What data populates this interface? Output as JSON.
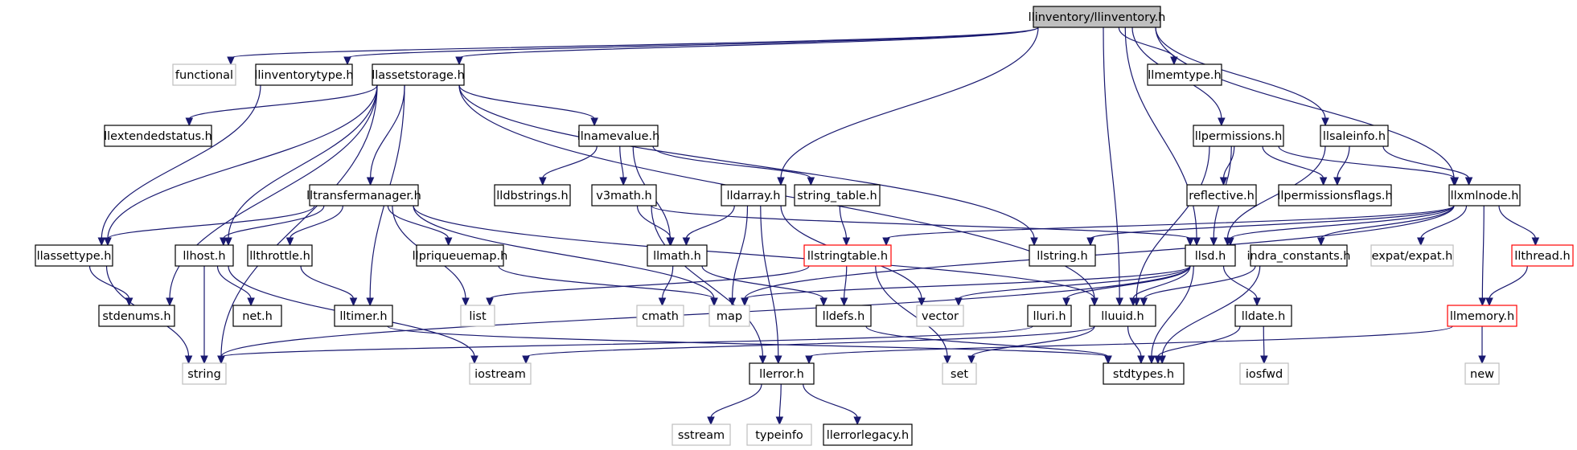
{
  "colors": {
    "edge": "#191970",
    "node_border_default": "#000000",
    "node_border_external": "#bfbfbf",
    "node_border_highlight": "#ff0000",
    "root_fill": "#bfbfbf",
    "node_fill": "#ffffff"
  },
  "nodes": [
    {
      "id": "root",
      "label": "llinventory/llinventory.h",
      "style": "root"
    },
    {
      "id": "functional",
      "label": "functional",
      "style": "external"
    },
    {
      "id": "llinventorytype",
      "label": "llinventorytype.h",
      "style": "default"
    },
    {
      "id": "llassetstorage",
      "label": "llassetstorage.h",
      "style": "default"
    },
    {
      "id": "llmemtype",
      "label": "llmemtype.h",
      "style": "default"
    },
    {
      "id": "llextendedstatus",
      "label": "llextendedstatus.h",
      "style": "default"
    },
    {
      "id": "llnamevalue",
      "label": "llnamevalue.h",
      "style": "default"
    },
    {
      "id": "llpermissions",
      "label": "llpermissions.h",
      "style": "default"
    },
    {
      "id": "llsaleinfo",
      "label": "llsaleinfo.h",
      "style": "default"
    },
    {
      "id": "lldbstrings",
      "label": "lldbstrings.h",
      "style": "default"
    },
    {
      "id": "v3math",
      "label": "v3math.h",
      "style": "default"
    },
    {
      "id": "lldarray",
      "label": "lldarray.h",
      "style": "default"
    },
    {
      "id": "string_table",
      "label": "string_table.h",
      "style": "default"
    },
    {
      "id": "reflective",
      "label": "reflective.h",
      "style": "default"
    },
    {
      "id": "llpermissionsflags",
      "label": "llpermissionsflags.h",
      "style": "default"
    },
    {
      "id": "llxmlnode",
      "label": "llxmlnode.h",
      "style": "default"
    },
    {
      "id": "lltransfermanager",
      "label": "lltransfermanager.h",
      "style": "default"
    },
    {
      "id": "llassettype",
      "label": "llassettype.h",
      "style": "default"
    },
    {
      "id": "llhost",
      "label": "llhost.h",
      "style": "default"
    },
    {
      "id": "llthrottle",
      "label": "llthrottle.h",
      "style": "default"
    },
    {
      "id": "llpriqueuemap",
      "label": "llpriqueuemap.h",
      "style": "default"
    },
    {
      "id": "llmath",
      "label": "llmath.h",
      "style": "default"
    },
    {
      "id": "llstringtable",
      "label": "llstringtable.h",
      "style": "highlight"
    },
    {
      "id": "llstring",
      "label": "llstring.h",
      "style": "default"
    },
    {
      "id": "llsd",
      "label": "llsd.h",
      "style": "default"
    },
    {
      "id": "indra_constants",
      "label": "indra_constants.h",
      "style": "default"
    },
    {
      "id": "expat",
      "label": "expat/expat.h",
      "style": "external"
    },
    {
      "id": "llthread",
      "label": "llthread.h",
      "style": "highlight"
    },
    {
      "id": "stdenums",
      "label": "stdenums.h",
      "style": "default"
    },
    {
      "id": "neth",
      "label": "net.h",
      "style": "default"
    },
    {
      "id": "lltimer",
      "label": "lltimer.h",
      "style": "default"
    },
    {
      "id": "list",
      "label": "list",
      "style": "external"
    },
    {
      "id": "cmath",
      "label": "cmath",
      "style": "external"
    },
    {
      "id": "map",
      "label": "map",
      "style": "external"
    },
    {
      "id": "lldefs",
      "label": "lldefs.h",
      "style": "default"
    },
    {
      "id": "vector",
      "label": "vector",
      "style": "external"
    },
    {
      "id": "lluri",
      "label": "lluri.h",
      "style": "default"
    },
    {
      "id": "lluuid",
      "label": "lluuid.h",
      "style": "default"
    },
    {
      "id": "lldate",
      "label": "lldate.h",
      "style": "default"
    },
    {
      "id": "llmemory",
      "label": "llmemory.h",
      "style": "highlight"
    },
    {
      "id": "string",
      "label": "string",
      "style": "external"
    },
    {
      "id": "iostream",
      "label": "iostream",
      "style": "external"
    },
    {
      "id": "set",
      "label": "set",
      "style": "external"
    },
    {
      "id": "stdtypes",
      "label": "stdtypes.h",
      "style": "default"
    },
    {
      "id": "iosfwd",
      "label": "iosfwd",
      "style": "external"
    },
    {
      "id": "new",
      "label": "new",
      "style": "external"
    },
    {
      "id": "llerror",
      "label": "llerror.h",
      "style": "default"
    },
    {
      "id": "sstream",
      "label": "sstream",
      "style": "external"
    },
    {
      "id": "typeinfo",
      "label": "typeinfo",
      "style": "external"
    },
    {
      "id": "llerrorlegacy",
      "label": "llerrorlegacy.h",
      "style": "default"
    }
  ],
  "edges": [
    [
      "root",
      "functional"
    ],
    [
      "root",
      "llinventorytype"
    ],
    [
      "root",
      "llassetstorage"
    ],
    [
      "root",
      "llmemtype"
    ],
    [
      "root",
      "llpermissions"
    ],
    [
      "root",
      "llsaleinfo"
    ],
    [
      "root",
      "llxmlnode"
    ],
    [
      "root",
      "lldarray"
    ],
    [
      "root",
      "llsd"
    ],
    [
      "root",
      "lluuid"
    ],
    [
      "llinventorytype",
      "llassettype"
    ],
    [
      "llassetstorage",
      "llassettype"
    ],
    [
      "llassetstorage",
      "llextendedstatus"
    ],
    [
      "llassetstorage",
      "llnamevalue"
    ],
    [
      "llassetstorage",
      "lltransfermanager"
    ],
    [
      "llassetstorage",
      "llhost"
    ],
    [
      "llassetstorage",
      "stdenums"
    ],
    [
      "llassetstorage",
      "lltimer"
    ],
    [
      "llassetstorage",
      "string"
    ],
    [
      "llassetstorage",
      "llstring"
    ],
    [
      "llassetstorage",
      "lluuid"
    ],
    [
      "llnamevalue",
      "lldbstrings"
    ],
    [
      "llnamevalue",
      "v3math"
    ],
    [
      "llnamevalue",
      "string_table"
    ],
    [
      "llnamevalue",
      "llmath"
    ],
    [
      "v3math",
      "llmath"
    ],
    [
      "v3math",
      "llsd"
    ],
    [
      "v3math",
      "llerror"
    ],
    [
      "lldarray",
      "llmath"
    ],
    [
      "lldarray",
      "map"
    ],
    [
      "lldarray",
      "vector"
    ],
    [
      "lldarray",
      "llerror"
    ],
    [
      "string_table",
      "llstringtable"
    ],
    [
      "llpermissions",
      "reflective"
    ],
    [
      "llpermissions",
      "llpermissionsflags"
    ],
    [
      "llpermissions",
      "llxmlnode"
    ],
    [
      "llpermissions",
      "llsd"
    ],
    [
      "llpermissions",
      "lluuid"
    ],
    [
      "llsaleinfo",
      "llpermissionsflags"
    ],
    [
      "llsaleinfo",
      "llxmlnode"
    ],
    [
      "llsaleinfo",
      "llsd"
    ],
    [
      "llxmlnode",
      "llstringtable"
    ],
    [
      "llxmlnode",
      "llstring"
    ],
    [
      "llxmlnode",
      "llsd"
    ],
    [
      "llxmlnode",
      "indra_constants"
    ],
    [
      "llxmlnode",
      "expat"
    ],
    [
      "llxmlnode",
      "llthread"
    ],
    [
      "llxmlnode",
      "llmemory"
    ],
    [
      "llxmlnode",
      "map"
    ],
    [
      "lltransfermanager",
      "llassettype"
    ],
    [
      "lltransfermanager",
      "llhost"
    ],
    [
      "lltransfermanager",
      "llthrottle"
    ],
    [
      "lltransfermanager",
      "llpriqueuemap"
    ],
    [
      "lltransfermanager",
      "list"
    ],
    [
      "lltransfermanager",
      "map"
    ],
    [
      "lltransfermanager",
      "lluuid"
    ],
    [
      "llassettype",
      "stdenums"
    ],
    [
      "llassettype",
      "string"
    ],
    [
      "llhost",
      "neth"
    ],
    [
      "llhost",
      "string"
    ],
    [
      "llhost",
      "iostream"
    ],
    [
      "llthrottle",
      "lltimer"
    ],
    [
      "llpriqueuemap",
      "map"
    ],
    [
      "llmath",
      "cmath"
    ],
    [
      "llmath",
      "lldefs"
    ],
    [
      "llstringtable",
      "list"
    ],
    [
      "llstringtable",
      "lldefs"
    ],
    [
      "llstringtable",
      "set"
    ],
    [
      "llsd",
      "map"
    ],
    [
      "llsd",
      "string"
    ],
    [
      "llsd",
      "vector"
    ],
    [
      "llsd",
      "lluri"
    ],
    [
      "llsd",
      "lluuid"
    ],
    [
      "llsd",
      "lldate"
    ],
    [
      "llsd",
      "stdtypes"
    ],
    [
      "indra_constants",
      "stdtypes"
    ],
    [
      "indra_constants",
      "lluuid"
    ],
    [
      "llthread",
      "llmemory"
    ],
    [
      "lltimer",
      "stdtypes"
    ],
    [
      "lldefs",
      "stdtypes"
    ],
    [
      "lluri",
      "string"
    ],
    [
      "lluuid",
      "iostream"
    ],
    [
      "lluuid",
      "set"
    ],
    [
      "lluuid",
      "stdtypes"
    ],
    [
      "lldate",
      "iosfwd"
    ],
    [
      "lldate",
      "stdtypes"
    ],
    [
      "llmemory",
      "new"
    ],
    [
      "llmemory",
      "llerror"
    ],
    [
      "llerror",
      "sstream"
    ],
    [
      "llerror",
      "typeinfo"
    ],
    [
      "llerror",
      "llerrorlegacy"
    ]
  ]
}
